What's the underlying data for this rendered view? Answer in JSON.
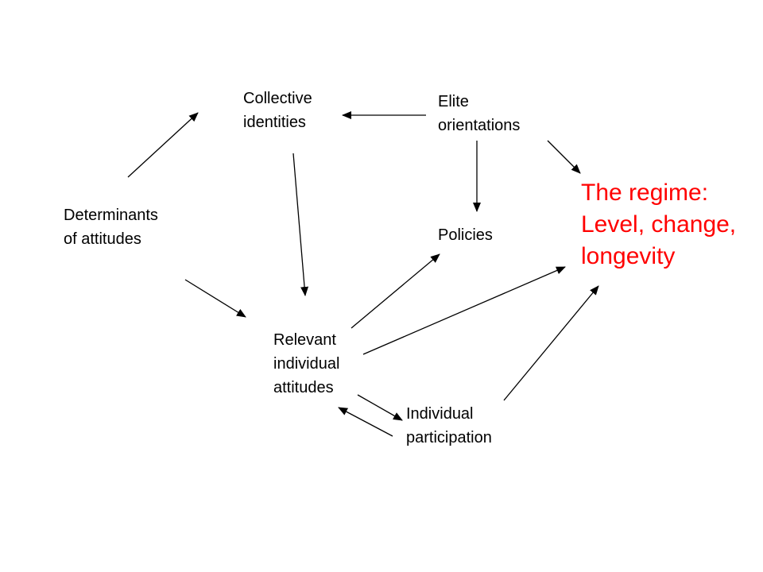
{
  "nodes": {
    "collective_identities": {
      "lines": [
        "Collective",
        "identities"
      ]
    },
    "elite_orientations": {
      "lines": [
        "Elite",
        "orientations"
      ]
    },
    "determinants": {
      "lines": [
        "Determinants",
        "of attitudes"
      ]
    },
    "policies": {
      "lines": [
        "Policies"
      ]
    },
    "relevant_attitudes": {
      "lines": [
        "Relevant",
        "individual",
        "attitudes"
      ]
    },
    "individual_participation": {
      "lines": [
        "Individual",
        "participation"
      ]
    },
    "regime": {
      "lines": [
        "The regime:",
        "Level, change,",
        "longevity"
      ]
    }
  },
  "colors": {
    "text": "#000000",
    "regime_text": "#ff0000",
    "arrow": "#000000",
    "background": "#ffffff"
  },
  "edges": [
    {
      "from": "determinants",
      "to": "collective_identities"
    },
    {
      "from": "elite_orientations",
      "to": "collective_identities"
    },
    {
      "from": "elite_orientations",
      "to": "policies"
    },
    {
      "from": "elite_orientations",
      "to": "regime"
    },
    {
      "from": "collective_identities",
      "to": "relevant_attitudes"
    },
    {
      "from": "determinants",
      "to": "relevant_attitudes"
    },
    {
      "from": "relevant_attitudes",
      "to": "policies"
    },
    {
      "from": "relevant_attitudes",
      "to": "regime"
    },
    {
      "from": "relevant_attitudes",
      "to": "individual_participation"
    },
    {
      "from": "individual_participation",
      "to": "relevant_attitudes"
    },
    {
      "from": "individual_participation",
      "to": "regime"
    }
  ]
}
